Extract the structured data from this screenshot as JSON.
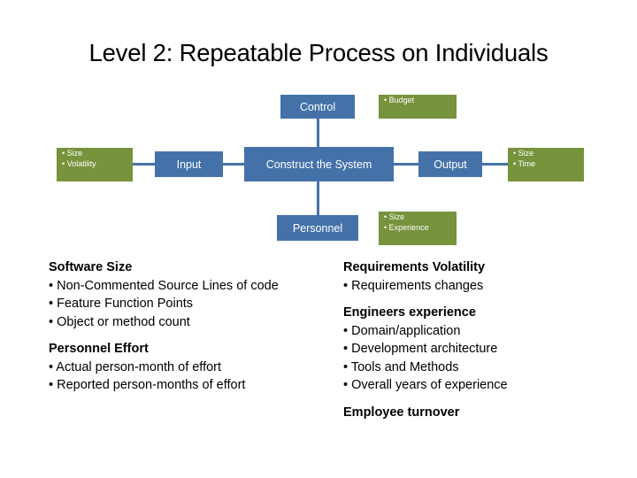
{
  "title": "Level 2:  Repeatable Process on Individuals",
  "diagram": {
    "boxes": {
      "control": {
        "label": "Control"
      },
      "control_attrs": {
        "lines": [
          "• Budget"
        ]
      },
      "input_attrs": {
        "lines": [
          "• Size",
          "• Volatility"
        ]
      },
      "input": {
        "label": "Input"
      },
      "process": {
        "label": "Construct the System"
      },
      "output": {
        "label": "Output"
      },
      "output_attrs": {
        "lines": [
          "• Size",
          "• Time"
        ]
      },
      "personnel": {
        "label": "Personnel"
      },
      "personnel_attrs": {
        "lines": [
          "• Size",
          "• Experience"
        ]
      }
    },
    "colors": {
      "blue": "#4472a8",
      "green": "#77933c",
      "text_on_fill": "#ffffff"
    }
  },
  "notes": {
    "left": [
      {
        "type": "heading",
        "text": "Software Size"
      },
      {
        "type": "bullet",
        "text": "• Non-Commented Source Lines of code"
      },
      {
        "type": "bullet",
        "text": "• Feature Function Points"
      },
      {
        "type": "bullet",
        "text": "• Object or method count"
      },
      {
        "type": "heading",
        "text": "Personnel Effort"
      },
      {
        "type": "bullet",
        "text": "• Actual person-month of effort"
      },
      {
        "type": "bullet",
        "text": "• Reported person-months of effort"
      }
    ],
    "right": [
      {
        "type": "heading",
        "text": "Requirements Volatility"
      },
      {
        "type": "bullet",
        "text": "• Requirements changes"
      },
      {
        "type": "heading",
        "text": "Engineers experience"
      },
      {
        "type": "bullet",
        "text": "• Domain/application"
      },
      {
        "type": "bullet",
        "text": "• Development architecture"
      },
      {
        "type": "bullet",
        "text": "• Tools and Methods"
      },
      {
        "type": "bullet",
        "text": "• Overall years of experience"
      },
      {
        "type": "heading",
        "text": "Employee turnover"
      }
    ]
  }
}
